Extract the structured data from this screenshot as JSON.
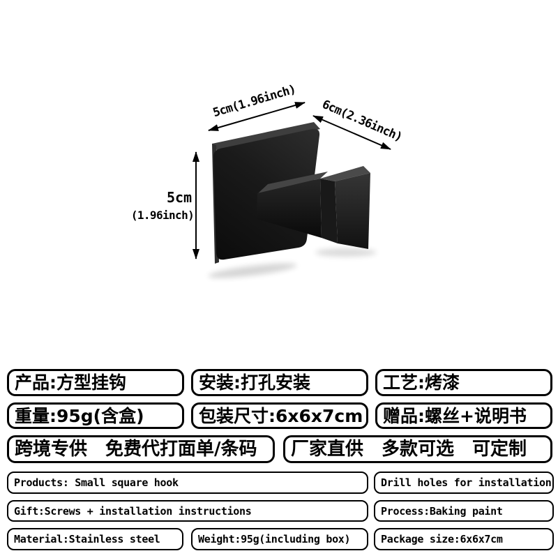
{
  "annotations": {
    "width_label": "5cm(1.96inch)",
    "depth_label": "6cm(2.36inch)",
    "height_value": "5cm",
    "height_inch": "(1.96inch)"
  },
  "product": {
    "name_icon": "square-hook-photo",
    "finish_color": "#1b1b1b"
  },
  "spec_rows": {
    "cn_row1": [
      "产品:方型挂钩",
      "安装:打孔安装",
      "工艺:烤漆"
    ],
    "cn_row2": [
      "重量:95g(含盒)",
      "包装尺寸:6x6x7cm",
      "赠品:螺丝+说明书"
    ],
    "cn_row3": [
      "跨境专供　免费代打面单/条码",
      "厂家直供　多款可选　可定制"
    ],
    "en_row1": [
      "Products: Small square hook",
      "Drill holes for installation"
    ],
    "en_row2": [
      "Gift:Screws + installation instructions",
      "Process:Baking paint"
    ],
    "en_row3": [
      "Material:Stainless steel",
      "Weight:95g(including box)",
      "Package size:6x6x7cm"
    ]
  },
  "colors": {
    "background": "#ffffff",
    "border": "#000000",
    "text": "#000000",
    "matte_black": "#1b1b1b"
  }
}
